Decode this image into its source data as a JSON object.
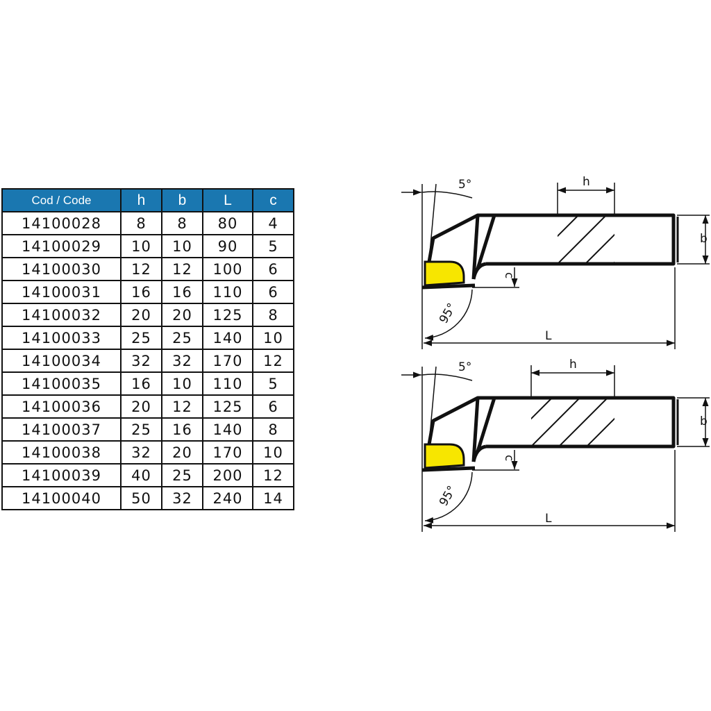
{
  "table": {
    "header_color": "#1a77b0",
    "headers": [
      "Cod / Code",
      "h",
      "b",
      "L",
      "c"
    ],
    "rows": [
      [
        "14100028",
        "8",
        "8",
        "80",
        "4"
      ],
      [
        "14100029",
        "10",
        "10",
        "90",
        "5"
      ],
      [
        "14100030",
        "12",
        "12",
        "100",
        "6"
      ],
      [
        "14100031",
        "16",
        "16",
        "110",
        "6"
      ],
      [
        "14100032",
        "20",
        "20",
        "125",
        "8"
      ],
      [
        "14100033",
        "25",
        "25",
        "140",
        "10"
      ],
      [
        "14100034",
        "32",
        "32",
        "170",
        "12"
      ],
      [
        "14100035",
        "16",
        "10",
        "110",
        "5"
      ],
      [
        "14100036",
        "20",
        "12",
        "125",
        "6"
      ],
      [
        "14100037",
        "25",
        "16",
        "140",
        "8"
      ],
      [
        "14100038",
        "32",
        "20",
        "170",
        "10"
      ],
      [
        "14100039",
        "40",
        "25",
        "200",
        "12"
      ],
      [
        "14100040",
        "50",
        "32",
        "240",
        "14"
      ]
    ]
  },
  "drawings": [
    {
      "angle_top": "5°",
      "h": "h",
      "b": "b",
      "c": "c",
      "angle_bottom": "95°",
      "L": "L"
    },
    {
      "angle_top": "5°",
      "h": "h",
      "b": "b",
      "c": "c",
      "angle_bottom": "95°",
      "L": "L"
    }
  ],
  "insert_color": "#f7e600"
}
